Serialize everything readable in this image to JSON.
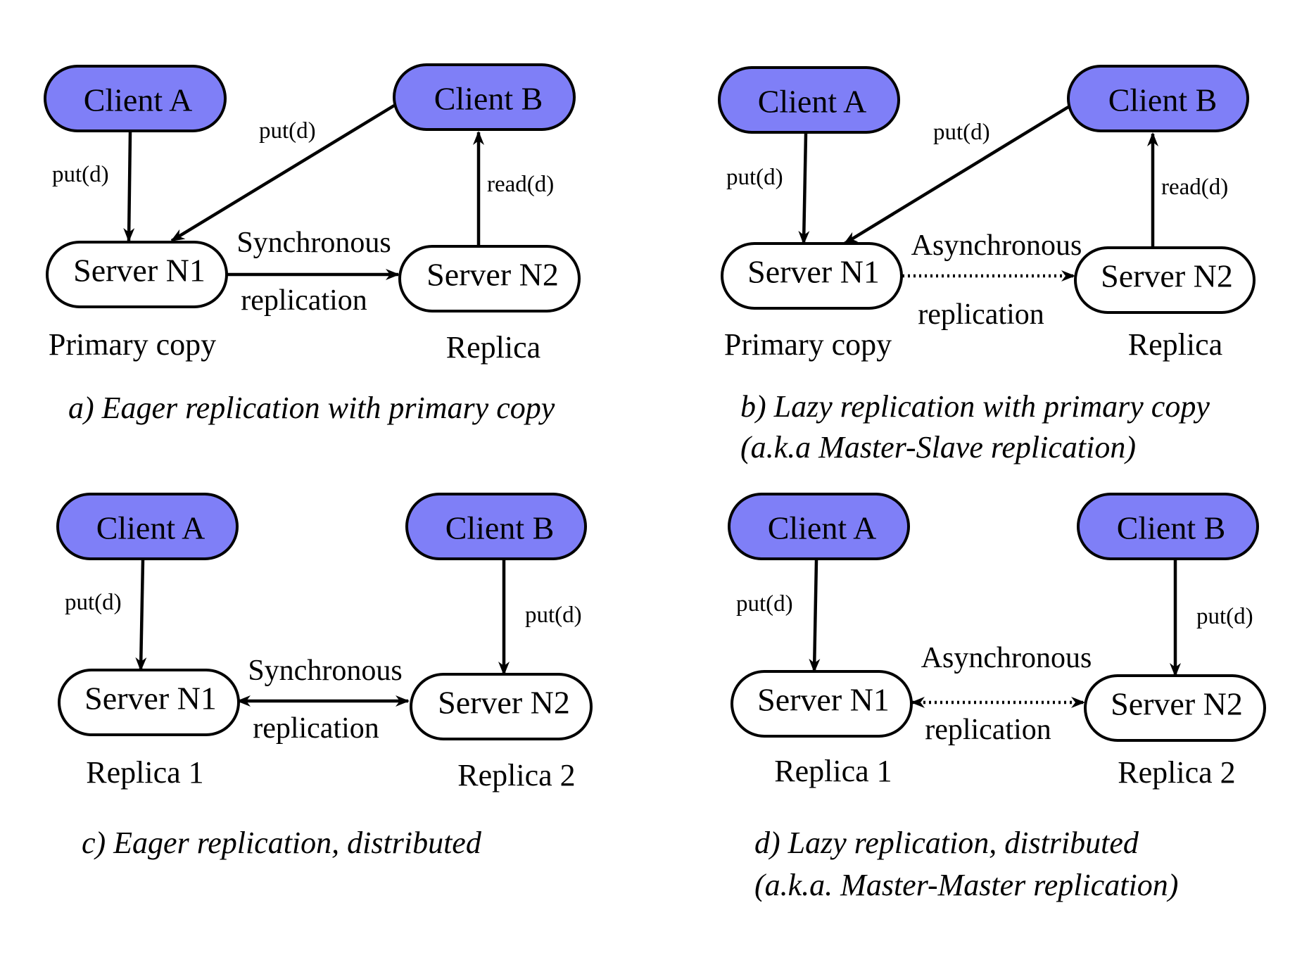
{
  "colors": {
    "client_fill": "#7f7ff7",
    "server_fill": "#ffffff",
    "stroke": "#000000"
  },
  "panels": [
    {
      "id": "a",
      "client_a": "Client A",
      "client_b": "Client B",
      "server_n1": "Server N1",
      "server_n2": "Server N2",
      "edge_a_n1": "put(d)",
      "edge_b_n1": "put(d)",
      "edge_n2_b": "read(d)",
      "repl_top": "Synchronous",
      "repl_bottom": "replication",
      "role_n1": "Primary copy",
      "role_n2": "Replica",
      "caption_1": "a) Eager replication with primary copy",
      "caption_2": ""
    },
    {
      "id": "b",
      "client_a": "Client A",
      "client_b": "Client B",
      "server_n1": "Server N1",
      "server_n2": "Server N2",
      "edge_a_n1": "put(d)",
      "edge_b_n1": "put(d)",
      "edge_n2_b": "read(d)",
      "repl_top": "Asynchronous",
      "repl_bottom": "replication",
      "role_n1": "Primary copy",
      "role_n2": "Replica",
      "caption_1": "b) Lazy replication with primary copy",
      "caption_2": "(a.k.a Master-Slave replication)"
    },
    {
      "id": "c",
      "client_a": "Client A",
      "client_b": "Client B",
      "server_n1": "Server N1",
      "server_n2": "Server N2",
      "edge_a_n1": "put(d)",
      "edge_b_n2": "put(d)",
      "repl_top": "Synchronous",
      "repl_bottom": "replication",
      "role_n1": "Replica 1",
      "role_n2": "Replica 2",
      "caption_1": "c) Eager replication, distributed",
      "caption_2": ""
    },
    {
      "id": "d",
      "client_a": "Client A",
      "client_b": "Client B",
      "server_n1": "Server N1",
      "server_n2": "Server N2",
      "edge_a_n1": "put(d)",
      "edge_b_n2": "put(d)",
      "repl_top": "Asynchronous",
      "repl_bottom": "replication",
      "role_n1": "Replica 1",
      "role_n2": "Replica 2",
      "caption_1": "d) Lazy replication, distributed",
      "caption_2": "(a.k.a. Master-Master replication)"
    }
  ]
}
